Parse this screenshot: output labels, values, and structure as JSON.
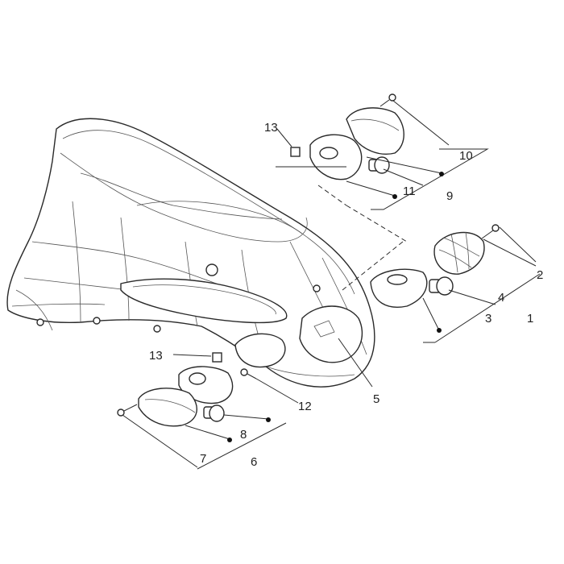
{
  "callouts": {
    "c1": "1",
    "c2": "2",
    "c3": "3",
    "c4": "4",
    "c5": "5",
    "c6": "6",
    "c7": "7",
    "c8": "8",
    "c9": "9",
    "c10": "10",
    "c11": "11",
    "c12": "12",
    "c13a": "13",
    "c13b": "13"
  }
}
